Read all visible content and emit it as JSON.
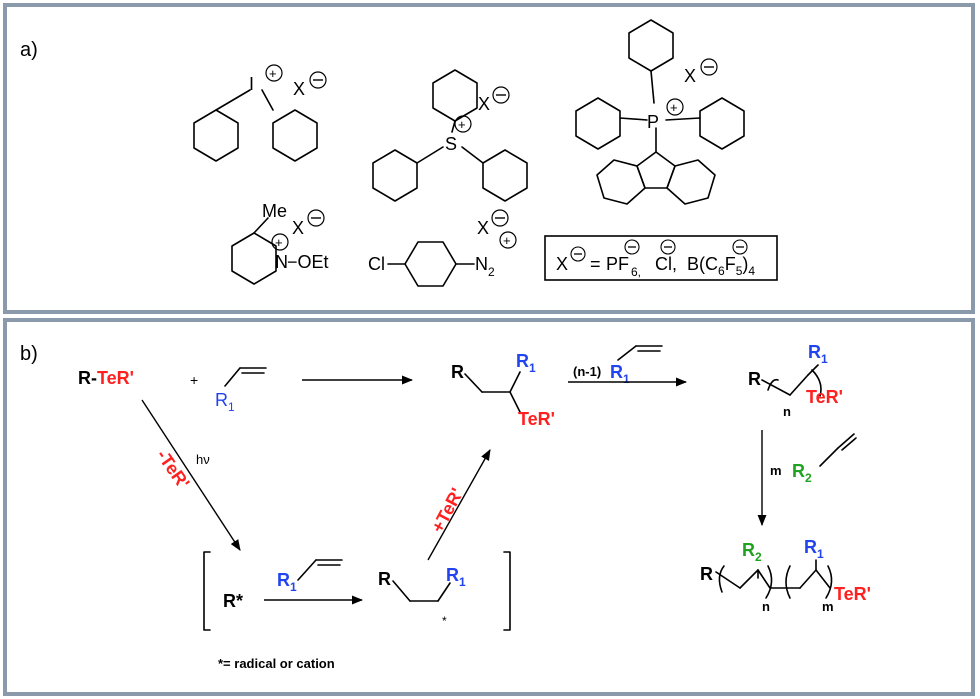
{
  "panel_a": {
    "label": "a)",
    "counterion": "X",
    "iodine": "I",
    "sulfur": "S",
    "phosphorus": "P",
    "methyl": "Me",
    "nitrogen": "N",
    "oxyethyl": "−OEt",
    "chloro": "Cl",
    "diazo_n": "N",
    "diazo_sub": "2",
    "anion_box": {
      "x": "X",
      "equals": "=",
      "pf": "PF",
      "pf_sub": "6,",
      "cl": "Cl,",
      "b": "B(C",
      "b_sub1": "6",
      "b_f": "F",
      "b_sub2": "5",
      "b_close": ")",
      "b_sub3": "4"
    }
  },
  "panel_b": {
    "label": "b)",
    "r": "R",
    "dash": "-",
    "ter": "TeR'",
    "plus": "+",
    "r1": "R",
    "r1_sub": "1",
    "r2": "R",
    "r2_sub": "2",
    "n_minus_1": "(n-1)",
    "n": "n",
    "m": "m",
    "hv": "hν",
    "minus_ter": "-TeR'",
    "plus_ter": "+TeR'",
    "r_star": "R*",
    "star": "*",
    "footnote": "*= radical or cation"
  }
}
